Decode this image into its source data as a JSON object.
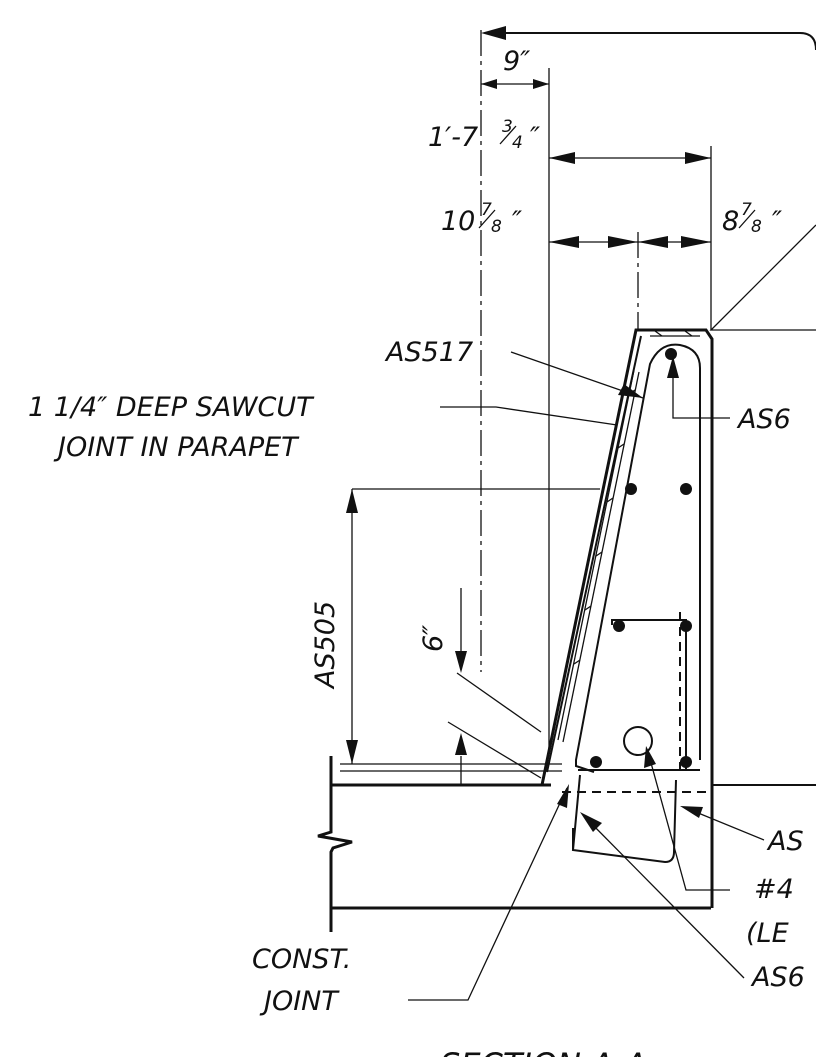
{
  "dimensions": {
    "d1": "9″",
    "d2_whole": "1′-7",
    "d2_num": "3",
    "d2_den": "4",
    "d2_unit": "″",
    "d3_whole": "10",
    "d3_num": "7",
    "d3_den": "8",
    "d3_unit": "″",
    "d4_whole": "8",
    "d4_num": "7",
    "d4_den": "8",
    "d4_unit": "″",
    "d5": "6″",
    "d6": "AS505"
  },
  "labels": {
    "as517": "AS517",
    "sawcut_line1": "1 1/4″ DEEP SAWCUT",
    "sawcut_line2": "JOINT IN PARAPET",
    "as6_top": "AS6",
    "as_right": "AS",
    "bar_line1": "#4",
    "bar_line2": "(LE",
    "as6_bottom": "AS6",
    "const_line1": "CONST.",
    "const_line2": "JOINT"
  },
  "title": "SECTION A-A"
}
